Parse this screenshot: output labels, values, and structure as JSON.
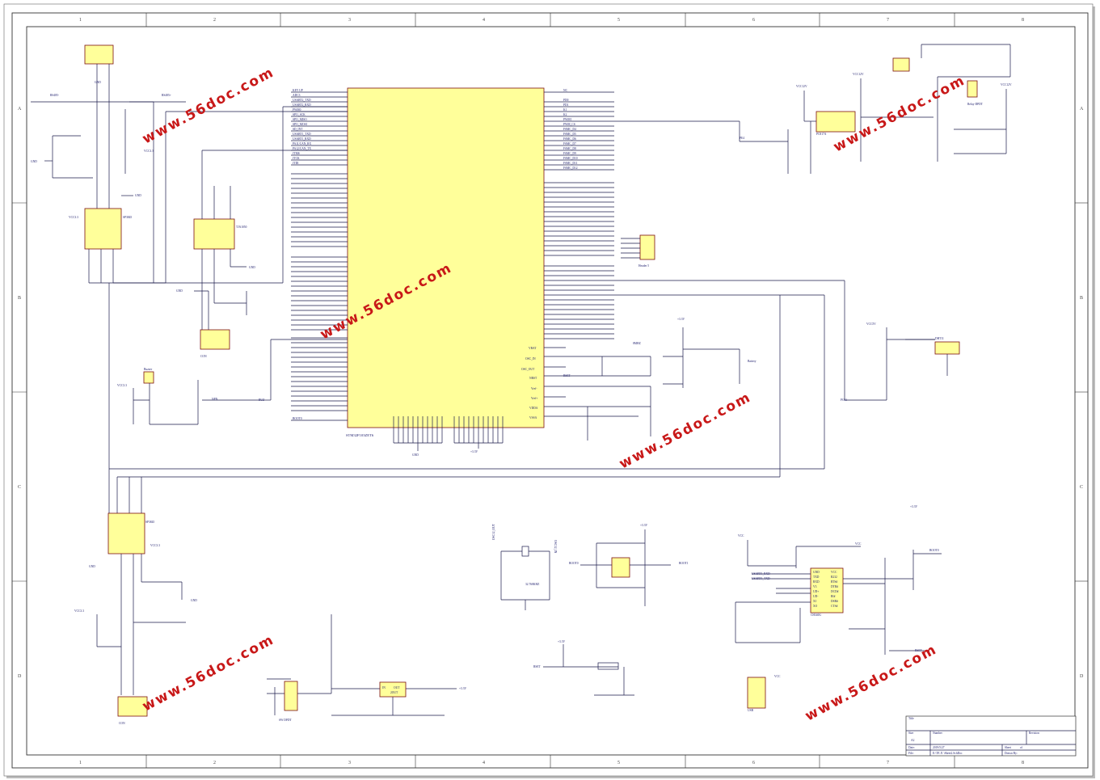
{
  "frame": {
    "columns": [
      "1",
      "2",
      "3",
      "4",
      "5",
      "6",
      "7",
      "8"
    ],
    "rows": [
      "A",
      "B",
      "C",
      "D"
    ]
  },
  "watermark": "www.56doc.com",
  "mcu": {
    "name": "STM32F103ZET6",
    "left_pins": [
      "KEY UP",
      "ADC3",
      "USART2_TXD",
      "USART2_RXD",
      "PWM0",
      "SPI1_SCK",
      "SPI1_MISO",
      "SPI1_MOSI",
      "SD_INT",
      "USART1_TXD",
      "USART1_RXD",
      "PA11/CAN_RX",
      "PA12/CAN_TX",
      "JTMS",
      "JTCK",
      "JTDI"
    ],
    "right_pins": [
      "NC",
      "PD0",
      "PD1",
      "K1",
      "K2",
      "PWM1",
      "PWM_CS",
      "FSMC_D4",
      "FSMC_D5",
      "FSMC_D6",
      "FSMC_D7",
      "FSMC_D8",
      "FSMC_D9",
      "FSMC_D10",
      "FSMC_D11",
      "FSMC_D12"
    ],
    "power_pins": [
      "VBAT",
      "OSC_IN",
      "OSC_OUT",
      "NRST",
      "Vref-",
      "Vref+",
      "VDDA",
      "VSSA"
    ],
    "boot_label": "BOOT0"
  },
  "parts": {
    "sp3845": "SP3845",
    "tja1050": "TJA1050",
    "con": "CON",
    "pc817": "PC817A",
    "relay": "Relay-DPDT",
    "dht11": "DHT11",
    "ch340": "CH340G",
    "usb": "USB",
    "sw": "SW DPDT",
    "npn": "NPN",
    "buzzer": "Buzzer",
    "battery": "Battery",
    "header": "Header 5",
    "xtal": "32.768KHZ",
    "regulator_pins": [
      "IN",
      "OUT",
      "2OUT"
    ],
    "ch340_left": [
      "GND",
      "TXD",
      "RXD",
      "V3",
      "UD+",
      "UD-",
      "XI",
      "XO"
    ],
    "ch340_right": [
      "VCC",
      "R232",
      "RTS#",
      "DTR#",
      "DCD#",
      "RI#",
      "DSR#",
      "CTS#"
    ]
  },
  "nets": {
    "rs485_minus": "RS485-",
    "rs485_plus": "RS485+",
    "vcc33": "VCC3.3",
    "v33": "+3.3V",
    "vcc12": "VCC12V",
    "vcc5": "VCC5V",
    "vcc": "VCC",
    "gnd": "GND",
    "rset": "RSET",
    "boot0": "BOOT0",
    "boot1": "BOOT1",
    "buz": "BUZ",
    "pe4": "PE4",
    "pg11": "PG11",
    "usart1_rxd": "USART1_RXD",
    "usart1_txd": "USART1_TXD",
    "osc32_in": "OSC32_IN",
    "osc32_out": "OSC32_OUT",
    "mhz8": "8MHZ"
  },
  "title_block": {
    "title_label": "Title",
    "size_label": "Size",
    "size_value": "A2",
    "number_label": "Number",
    "revision_label": "Revision",
    "date_label": "Date:",
    "date_value": "2019/5/27",
    "file_label": "File:",
    "file_value": "E:\\TE J1 \\Sheet2.SchDoc",
    "sheet_label": "Sheet",
    "sheet_of": "of",
    "drawn_label": "Drawn By:"
  }
}
